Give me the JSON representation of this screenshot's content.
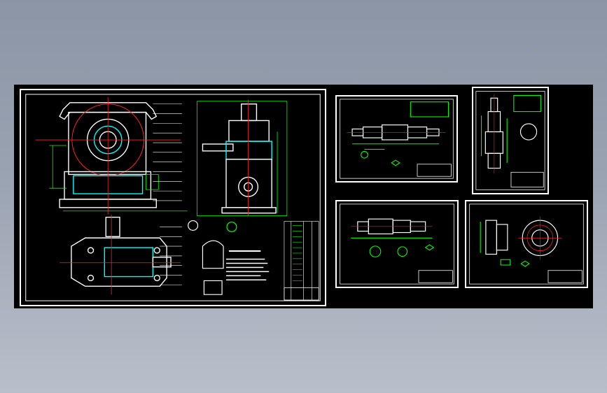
{
  "viewer": {
    "background_top": "#8b95a5",
    "background_bottom": "#b9bfca",
    "canvas_color": "#000000"
  },
  "colors": {
    "line": "#ffffff",
    "dimension": "#00ff00",
    "center": "#ff2020",
    "hatch": "#00ffff",
    "magenta": "#ff00ff"
  },
  "sheets": [
    {
      "id": "assembly-drawing",
      "kind": "assembly"
    },
    {
      "id": "worm-shaft-drawing",
      "kind": "part"
    },
    {
      "id": "gear-shaft-drawing",
      "kind": "part"
    },
    {
      "id": "output-shaft-drawing",
      "kind": "part"
    },
    {
      "id": "worm-wheel-drawing",
      "kind": "part"
    }
  ]
}
